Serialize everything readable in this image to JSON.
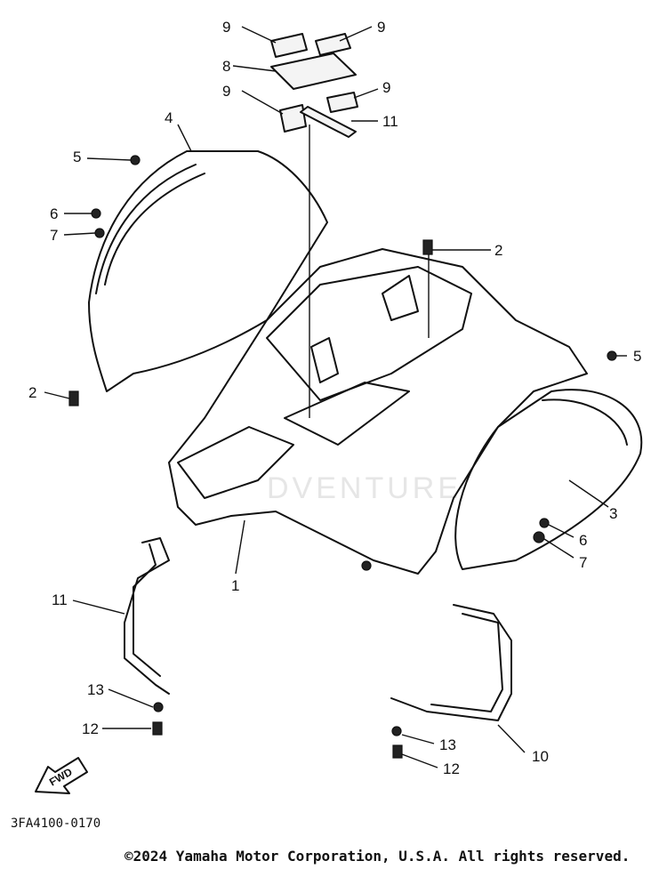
{
  "diagram": {
    "code": "3FA4100-0170",
    "fwd_label": "FWD",
    "watermark": "DVENTURE",
    "copyright": "©2024 Yamaha Motor Corporation, U.S.A. All rights reserved.",
    "callouts": {
      "c1": "1",
      "c2a": "2",
      "c2b": "2",
      "c3": "3",
      "c4": "4",
      "c5a": "5",
      "c5b": "5",
      "c6a": "6",
      "c6b": "6",
      "c7a": "7",
      "c7b": "7",
      "c8": "8",
      "c9a": "9",
      "c9b": "9",
      "c9c": "9",
      "c11a": "11",
      "c11b": "11",
      "c10": "10",
      "c12a": "12",
      "c12b": "12",
      "c13a": "13",
      "c13b": "13"
    }
  }
}
